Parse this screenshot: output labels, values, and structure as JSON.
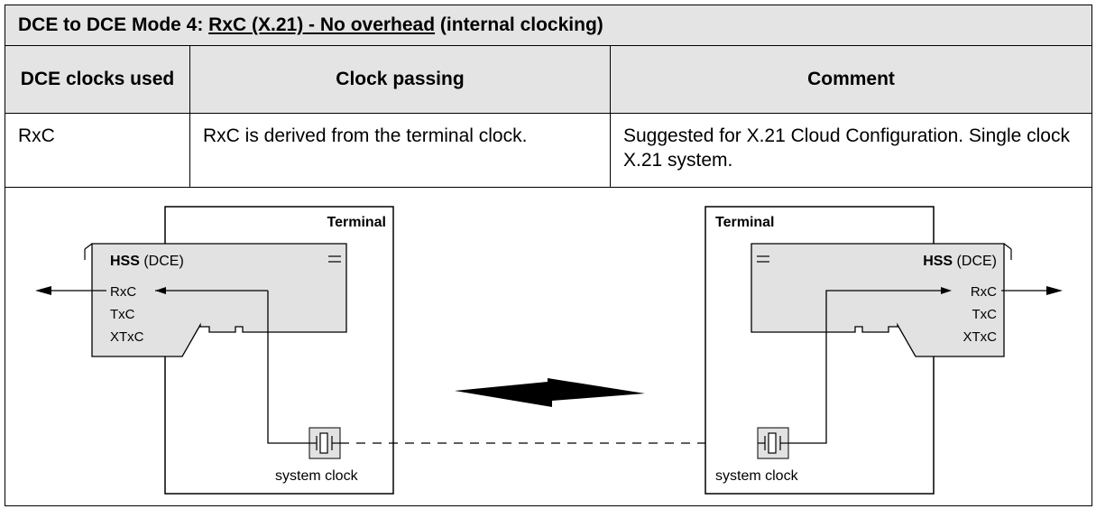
{
  "title": {
    "prefix": "DCE to DCE Mode 4:  ",
    "underlined": "RxC (X.21) - No overhead",
    "suffix": " (internal clocking)"
  },
  "table": {
    "headers": [
      "DCE clocks used",
      "Clock passing",
      "Comment"
    ],
    "row": {
      "clocks": "RxC",
      "passing": "RxC is derived from the terminal clock.",
      "comment": "Suggested for X.21 Cloud Configuration. Single clock X.21 system."
    }
  },
  "diagram": {
    "left_terminal": {
      "label": "Terminal",
      "hss_bold": "HSS",
      "hss_normal": " (DCE)",
      "signals": [
        "RxC",
        "TxC",
        "XTxC"
      ],
      "clock_label": "system clock"
    },
    "right_terminal": {
      "label": "Terminal",
      "hss_bold": "HSS",
      "hss_normal": " (DCE)",
      "signals": [
        "RxC",
        "TxC",
        "XTxC"
      ],
      "clock_label": "system clock"
    }
  },
  "colors": {
    "header_fill": "#e4e4e4",
    "card_fill": "#e2e2e2",
    "line": "#000000"
  }
}
